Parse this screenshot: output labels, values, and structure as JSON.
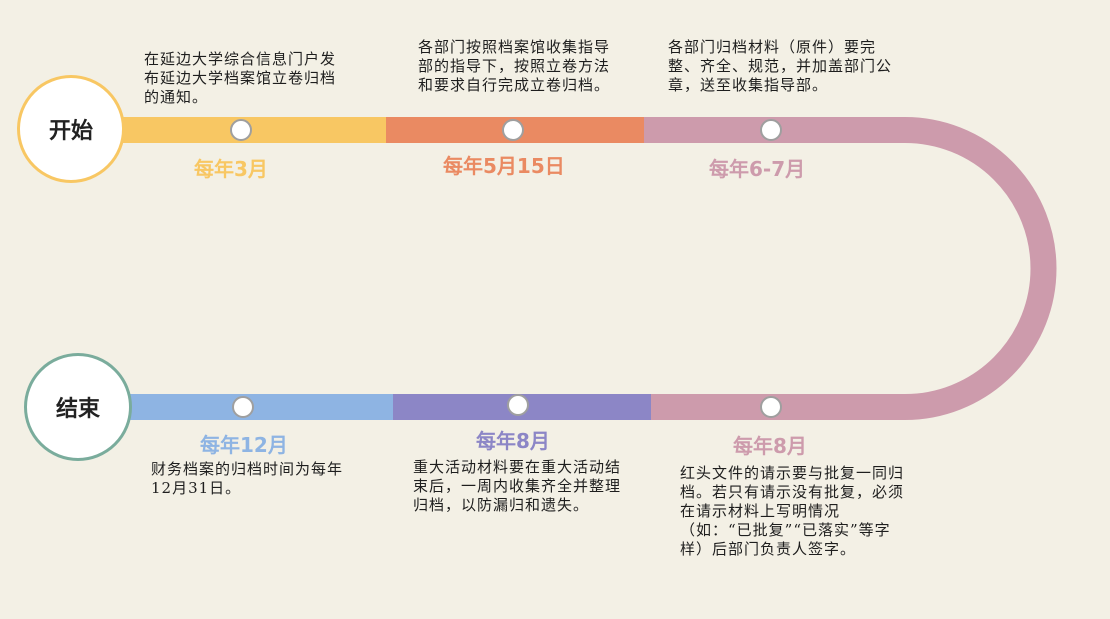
{
  "terminals": {
    "start": "开始",
    "end": "结束"
  },
  "steps": [
    {
      "date": "每年3月",
      "text": "在延边大学综合信息门户发布延边大学档案馆立卷归档的通知。",
      "color": "#f8c763"
    },
    {
      "date": "每年5月15日",
      "text": "各部门按照档案馆收集指导部的指导下，按照立卷方法和要求自行完成立卷归档。",
      "color": "#ea8a62"
    },
    {
      "date": "每年6-7月",
      "text": "各部门归档材料（原件）要完整、齐全、规范，并加盖部门公章，送至收集指导部。",
      "color": "#cd9bac"
    },
    {
      "date": "每年8月",
      "text": "红头文件的请示要与批复一同归档。若只有请示没有批复，必须在请示材料上写明情况（如：“已批复”“已落实”等字样）后部门负责人签字。",
      "color": "#cd9bac"
    },
    {
      "date": "每年8月",
      "text": "重大活动材料要在重大活动结束后，一周内收集齐全并整理归档，以防漏归和遗失。",
      "color": "#8c86c6"
    },
    {
      "date": "每年12月",
      "text": "财务档案的归档时间为每年12月31日。",
      "color": "#8eb4e3"
    }
  ],
  "colors": {
    "background": "#f3f0e5",
    "start_ring": "#f8c763",
    "end_ring": "#7aac9c"
  }
}
